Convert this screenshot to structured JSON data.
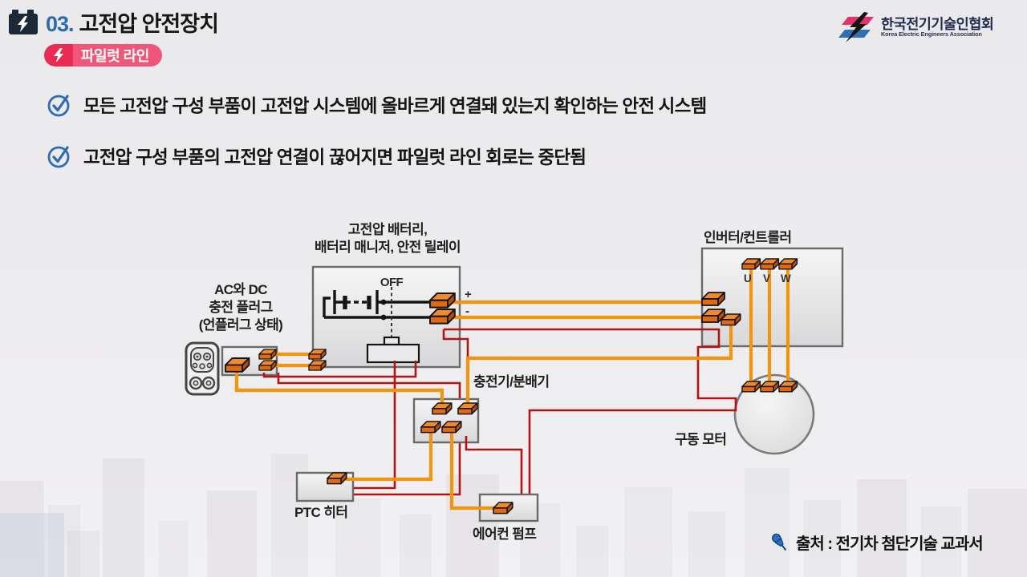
{
  "header": {
    "slide_number": "03.",
    "title": "고전압 안전장치",
    "badge_label": "파일럿 라인"
  },
  "logo": {
    "name_ko": "한국전기기술인협회",
    "name_en": "Korea Electric Engineers Association"
  },
  "bullets": [
    {
      "text": "모든 고전압 구성 부품이 고전압 시스템에 올바르게 연결돼 있는지 확인하는 안전 시스템"
    },
    {
      "text": "고전압 구성 부품의 고전압 연결이 끊어지면 파일럿 라인 회로는 중단됨"
    }
  ],
  "diagram": {
    "battery_label_line1": "고전압 배터리,",
    "battery_label_line2": "배터리 매니저, 안전 릴레이",
    "relay_state": "OFF",
    "plus_label": "+",
    "minus_label": "-",
    "inverter_label": "인버터/컨트롤러",
    "phases": {
      "u": "U",
      "v": "V",
      "w": "W"
    },
    "plug_label_line1": "AC와 DC",
    "plug_label_line2": "충전 플러그",
    "plug_label_line3": "(언플러그 상태)",
    "charger_label": "충전기/분배기",
    "motor_label": "구동 모터",
    "ptc_label": "PTC 히터",
    "aircon_label": "에어컨 펌프"
  },
  "source": {
    "text": "출처 : 전기차 첨단기술 교과서"
  },
  "colors": {
    "accent_blue": "#2d6cb3",
    "badge_red": "#e82c54",
    "badge_pink": "#f0567a",
    "wire_orange": "#f2940e",
    "wire_red": "#b21411",
    "connector_orange": "#e8751c",
    "logo_pink": "#e5326b",
    "logo_blue": "#2f6fb5"
  }
}
